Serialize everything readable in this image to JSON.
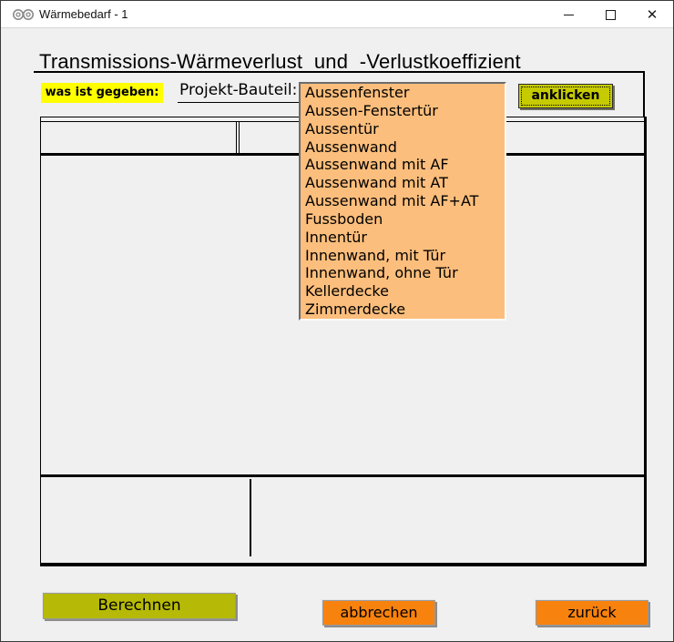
{
  "window": {
    "title": "Wärmebedarf - 1",
    "close_glyph": "✕"
  },
  "heading": {
    "title": "Transmissions-Wärmeverlust  und  -Verlustkoeffizient"
  },
  "prompt": {
    "given_label": "was ist gegeben:",
    "field_label": "Projekt-Bauteil:",
    "action_button_label": "anklicken"
  },
  "listbox": {
    "items": [
      "Aussenfenster",
      "Aussen-Fenstertür",
      "Aussentür",
      "Aussenwand",
      "Aussenwand mit AF",
      "Aussenwand mit AT",
      "Aussenwand mit AF+AT",
      "Fussboden",
      "Innentür",
      "Innenwand, mit Tür",
      "Innenwand, ohne Tür",
      "Kellerdecke",
      "Zimmerdecke"
    ]
  },
  "buttons": {
    "calculate_label": "Berechnen",
    "cancel_label": "abbrechen",
    "back_label": "zurück"
  },
  "colors": {
    "listbox_bg": "#fcbe7c",
    "given_label_bg": "#ffff00",
    "anklicken_bg": "#c6ca00",
    "calculate_bg": "#b6ba06",
    "orange_button_bg": "#f8820e",
    "client_bg": "#f0f0f0",
    "titlebar_bg": "#ffffff"
  }
}
